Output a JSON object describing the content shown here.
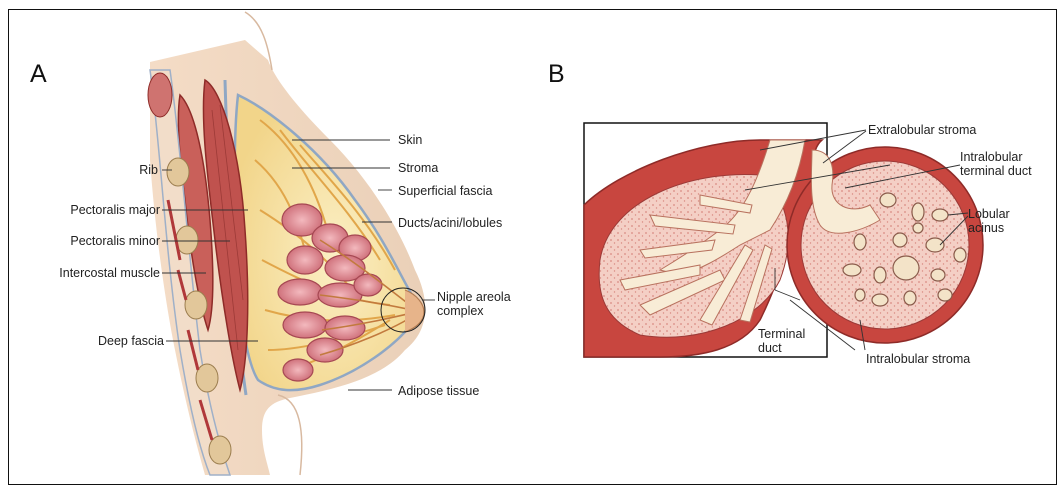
{
  "panels": {
    "a": {
      "letter": "A",
      "labels": {
        "skin": "Skin",
        "stroma": "Stroma",
        "superficial_fascia": "Superficial fascia",
        "ducts": "Ducts/acini/lobules",
        "nipple": "Nipple areola complex",
        "adipose": "Adipose tissue",
        "rib": "Rib",
        "pect_major": "Pectoralis major",
        "pect_minor": "Pectoralis minor",
        "intercostal": "Intercostal muscle",
        "deep_fascia": "Deep fascia"
      }
    },
    "b": {
      "letter": "B",
      "labels": {
        "extralobular": "Extralobular stroma",
        "intralobular_duct": "Intralobular terminal duct",
        "lobular_acinus": "Lobular acinus",
        "terminal_duct": "Terminal duct",
        "intralobular_stroma": "Intralobular stroma"
      }
    }
  },
  "colors": {
    "muscle": "#c0524e",
    "muscle_dark": "#8e2b28",
    "fat": "#f7e3a6",
    "lobule": "#d9828c",
    "tissue_red": "#c8463f",
    "duct_fill": "#f8ecd6",
    "stroma_pink": "#f1c5bd"
  }
}
